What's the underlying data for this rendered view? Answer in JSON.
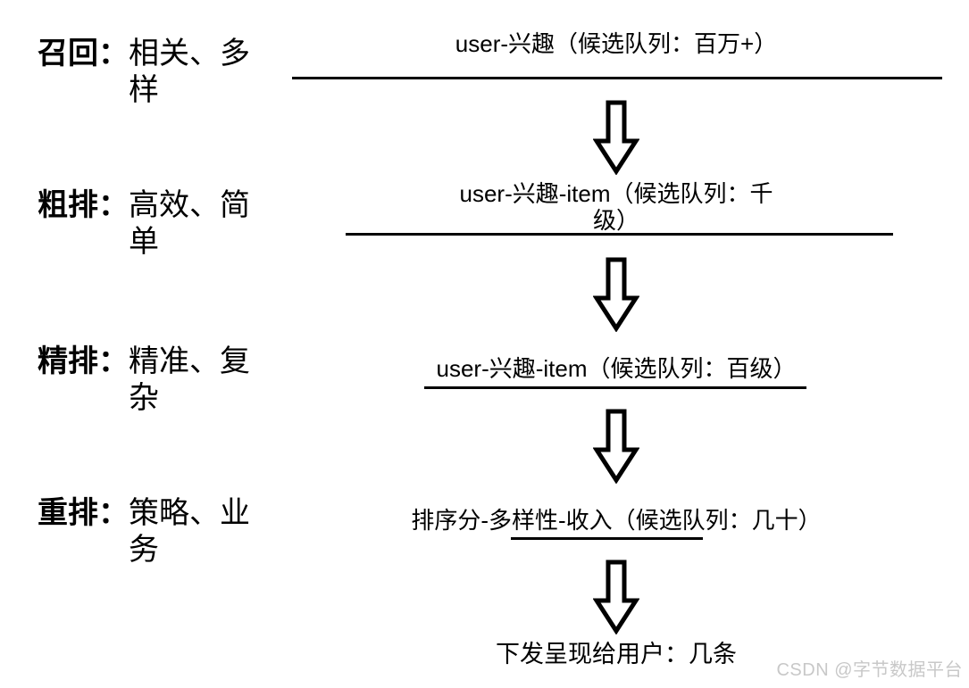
{
  "diagram": {
    "stages": [
      {
        "id": "recall",
        "label_bold": "召回：",
        "label_rest_lines": [
          "相关、多",
          "样"
        ],
        "step_lines": [
          "user-兴趣（候选队列：百万+）"
        ]
      },
      {
        "id": "coarse-rank",
        "label_bold": "粗排：",
        "label_rest_lines": [
          "高效、简",
          "单"
        ],
        "step_lines": [
          "user-兴趣-item（候选队列：千",
          "级）"
        ]
      },
      {
        "id": "fine-rank",
        "label_bold": "精排：",
        "label_rest_lines": [
          "精准、复",
          "杂"
        ],
        "step_lines": [
          "user-兴趣-item（候选队列：百级）"
        ]
      },
      {
        "id": "re-rank",
        "label_bold": "重排：",
        "label_rest_lines": [
          "策略、业",
          "务"
        ],
        "step_lines": [
          "排序分-多样性-收入（候选队列：几十）"
        ]
      }
    ],
    "final_output": "下发呈现给用户：几条",
    "watermark": "CSDN @字节数据平台",
    "colors": {
      "text": "#000000",
      "line": "#000000",
      "arrow_fill": "#ffffff",
      "arrow_stroke": "#000000",
      "watermark": "#c8c8c8"
    }
  }
}
